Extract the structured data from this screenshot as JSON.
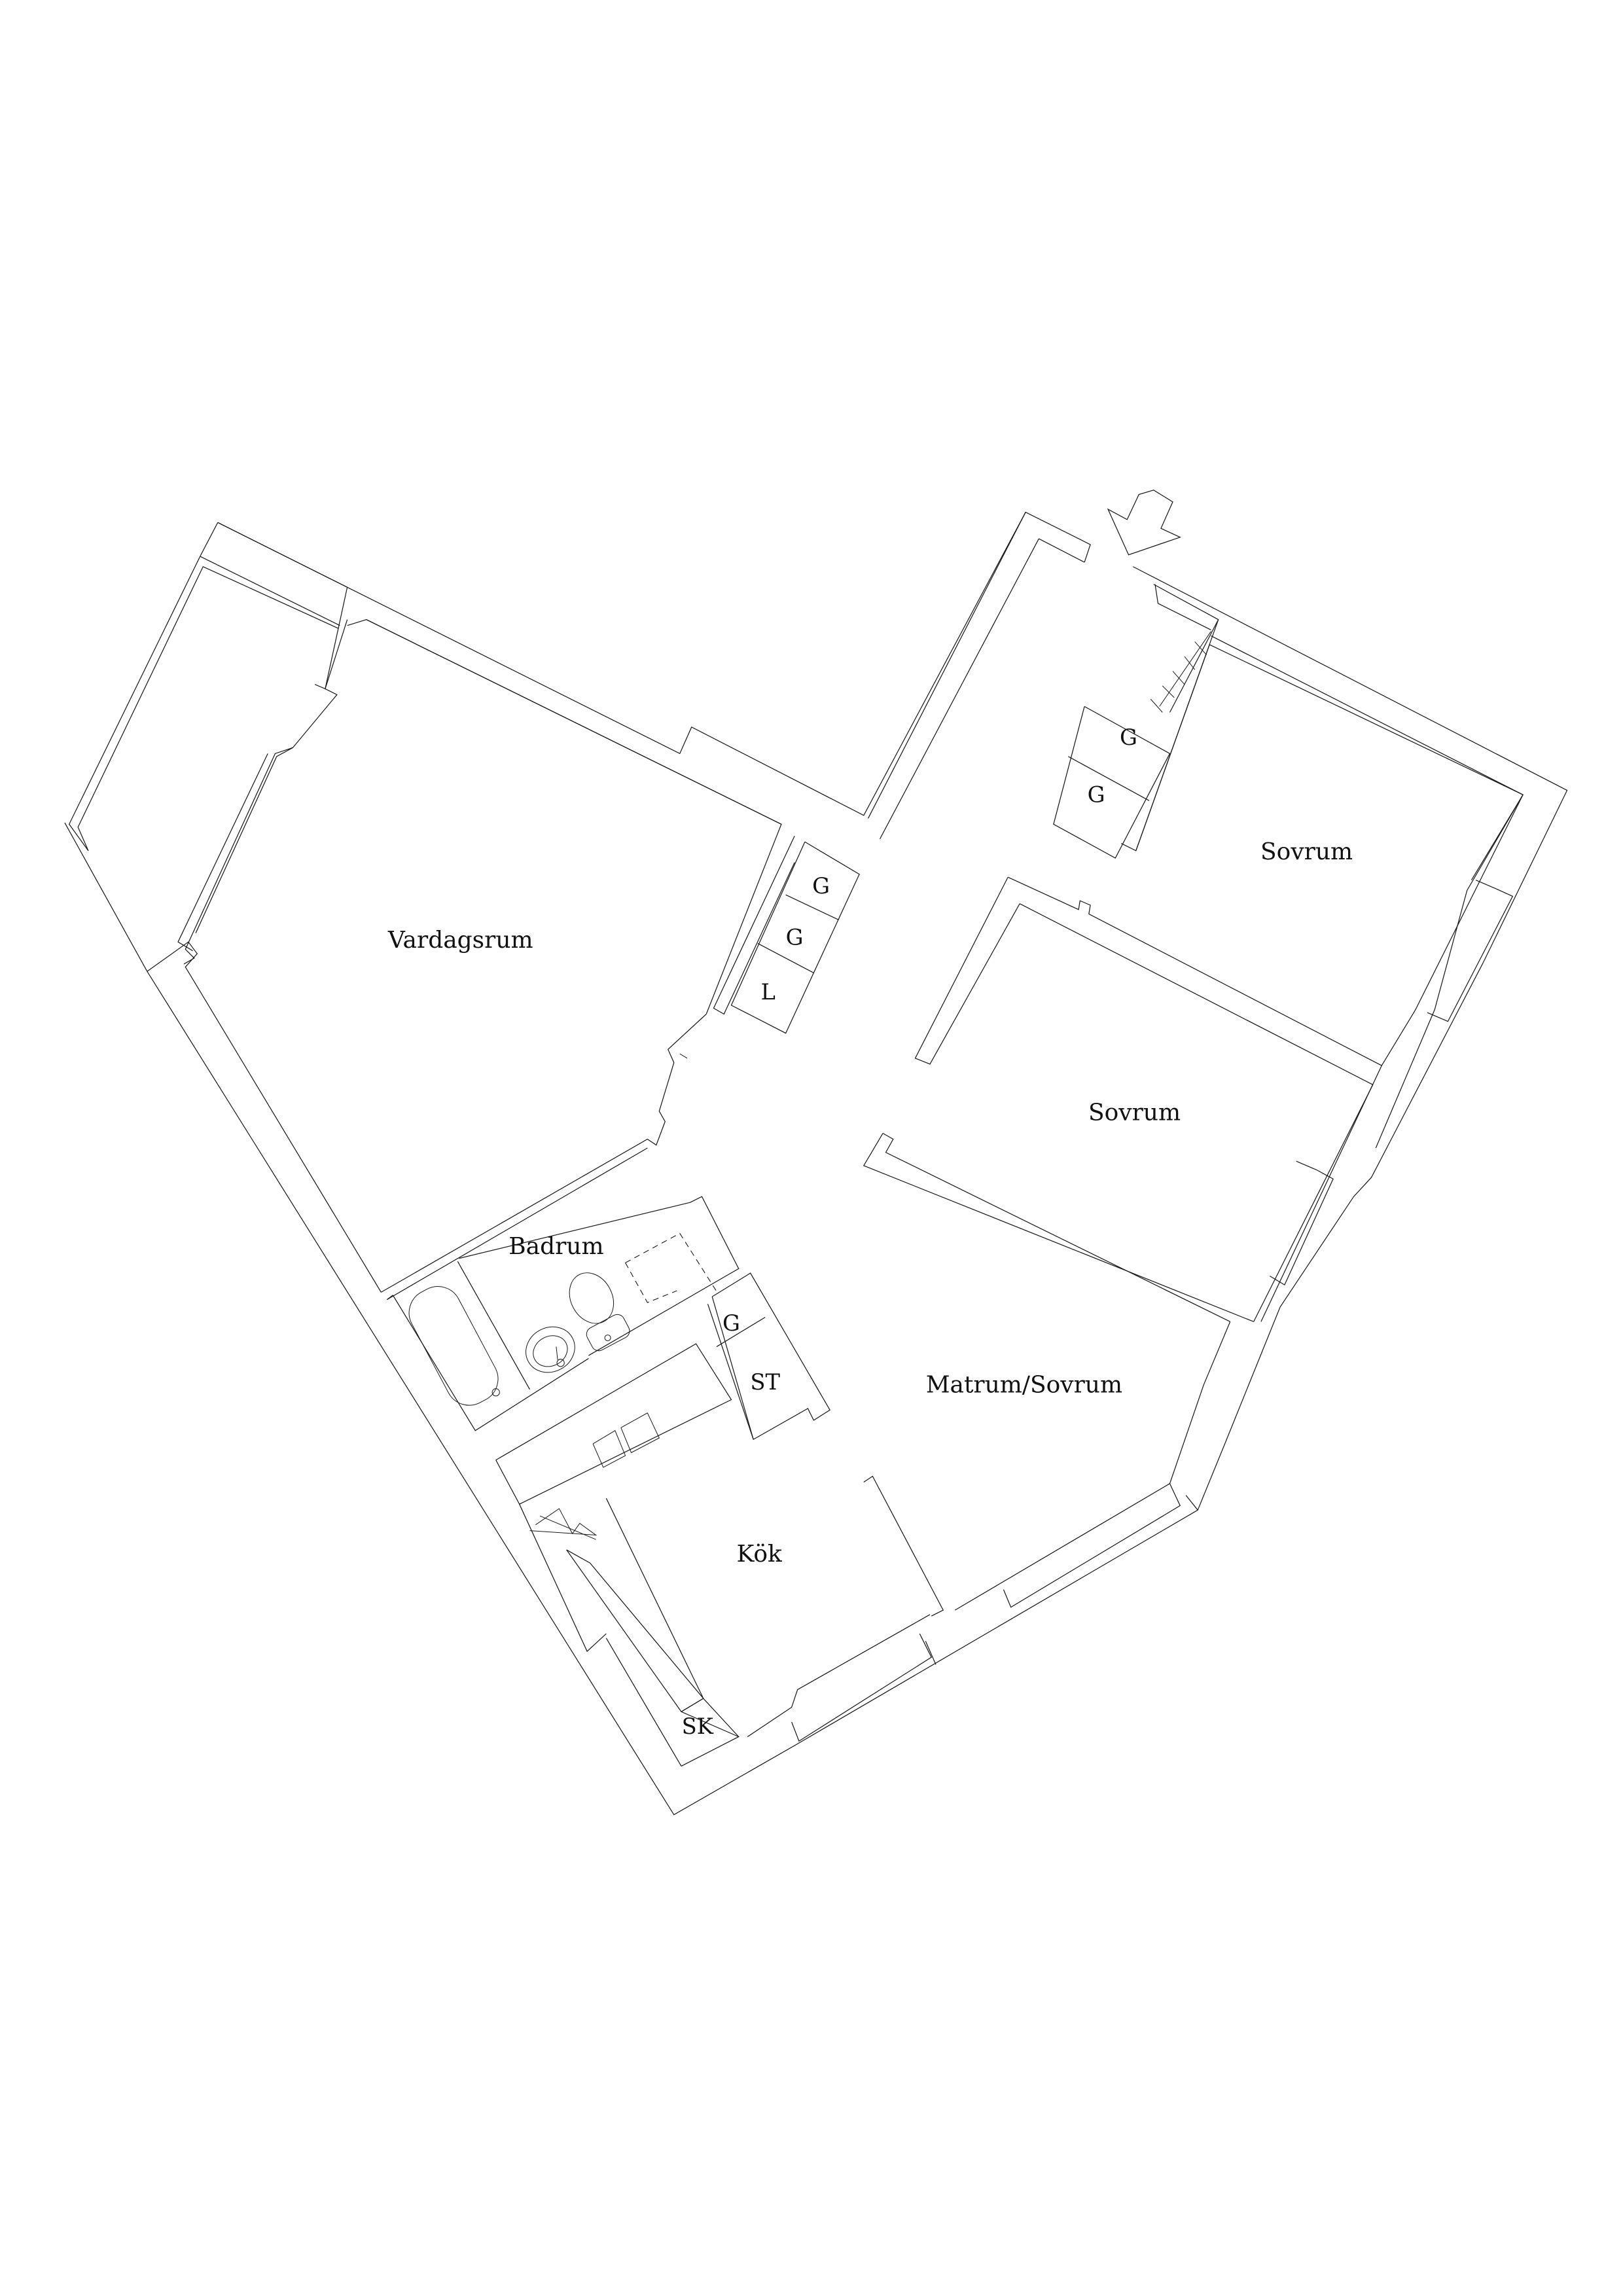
{
  "diagram": {
    "type": "floor-plan",
    "colors": {
      "line": "#1a1a1a",
      "background": "#ffffff",
      "text": "#111111"
    },
    "entrance_marker": "entrance-arrow-icon",
    "rooms": {
      "vardagsrum": "Vardagsrum",
      "sovrum_1": "Sovrum",
      "sovrum_2": "Sovrum",
      "matrum_sovrum": "Matrum/Sovrum",
      "badrum": "Badrum",
      "kok": "Kök"
    },
    "closets": {
      "hall_g1": "G",
      "hall_g2": "G",
      "living_g1": "G",
      "living_g2": "G",
      "living_l": "L",
      "bath_g": "G",
      "bath_st": "ST",
      "kitchen_sk": "SK"
    }
  }
}
